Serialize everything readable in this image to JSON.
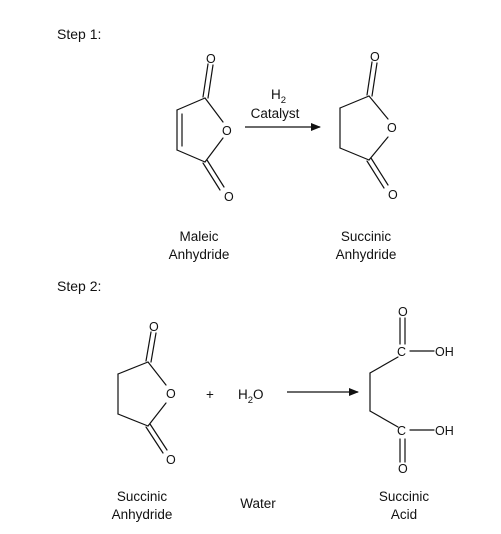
{
  "steps": {
    "step1": "Step 1:",
    "step2": "Step 2:"
  },
  "step1": {
    "reactant_line1": "Maleic",
    "reactant_line2": "Anhydride",
    "conditions_h": "H",
    "conditions_sub": "2",
    "conditions_catalyst": "Catalyst",
    "product_line1": "Succinic",
    "product_line2": "Anhydride"
  },
  "step2": {
    "reactant_line1": "Succinic",
    "reactant_line2": "Anhydride",
    "plus": "+",
    "water_h": "H",
    "water_sub": "2",
    "water_o": "O",
    "water_label": "Water",
    "product_line1": "Succinic",
    "product_line2": "Acid"
  },
  "atoms": {
    "o": "O",
    "c": "C",
    "oh": "OH"
  }
}
